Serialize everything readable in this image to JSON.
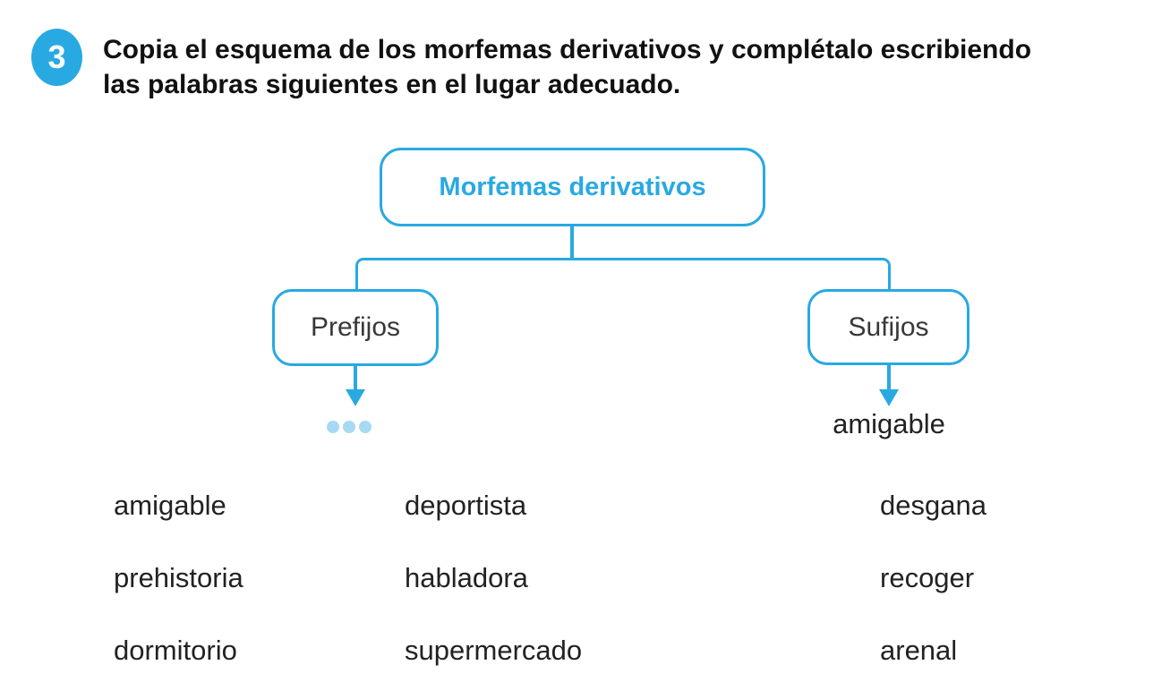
{
  "exercise": {
    "number": "3",
    "instruction_line1": "Copia el esquema de los morfemas derivativos y complétalo escribiendo",
    "instruction_line2": "las palabras siguientes en el lugar adecuado."
  },
  "diagram": {
    "root_label": "Morfemas derivativos",
    "children": [
      {
        "label": "Prefijos",
        "example_placeholder": "three-dots"
      },
      {
        "label": "Sufijos",
        "example": "amigable"
      }
    ]
  },
  "word_bank": {
    "columns": [
      {
        "words": [
          "amigable",
          "prehistoria",
          "dormitorio"
        ]
      },
      {
        "words": [
          "deportista",
          "habladora",
          "supermercado"
        ]
      },
      {
        "words": [
          "desgana",
          "recoger",
          "arenal"
        ]
      }
    ]
  },
  "colors": {
    "accent_blue": "#29a9e2",
    "light_blue": "#a6d9f4",
    "heading_dark": "#111111",
    "label_dark": "#383838",
    "word_dark": "#222222",
    "page_bg": "#ffffff"
  }
}
